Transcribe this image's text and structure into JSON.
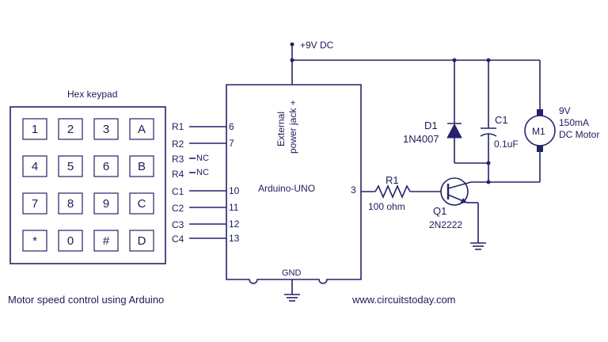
{
  "colors": {
    "ink": "#23236b",
    "text": "#1c1c5a",
    "background": "#ffffff"
  },
  "keypad": {
    "title": "Hex keypad",
    "keys": [
      "1",
      "2",
      "3",
      "A",
      "4",
      "5",
      "6",
      "B",
      "7",
      "8",
      "9",
      "C",
      "*",
      "0",
      "#",
      "D"
    ],
    "row_pins": [
      "R1",
      "R2",
      "R3",
      "R4"
    ],
    "col_pins": [
      "C1",
      "C2",
      "C3",
      "C4"
    ],
    "nc_label": "NC"
  },
  "arduino": {
    "label": "Arduino-UNO",
    "power_jack": [
      "External",
      "power jack +"
    ],
    "gnd": "GND",
    "pins": [
      "6",
      "7",
      "10",
      "11",
      "12",
      "13"
    ],
    "out_pin": "3"
  },
  "power": {
    "label": "+9V DC"
  },
  "diode": {
    "ref": "D1",
    "part": "1N4007"
  },
  "capacitor": {
    "ref": "C1",
    "value": "0.1uF"
  },
  "motor": {
    "ref": "M1",
    "voltage": "9V",
    "current": "150mA",
    "type": "DC Motor"
  },
  "resistor": {
    "ref": "R1",
    "value": "100 ohm"
  },
  "transistor": {
    "ref": "Q1",
    "part": "2N2222"
  },
  "footer": {
    "title": "Motor speed control using Arduino",
    "website": "www.circuitstoday.com"
  }
}
